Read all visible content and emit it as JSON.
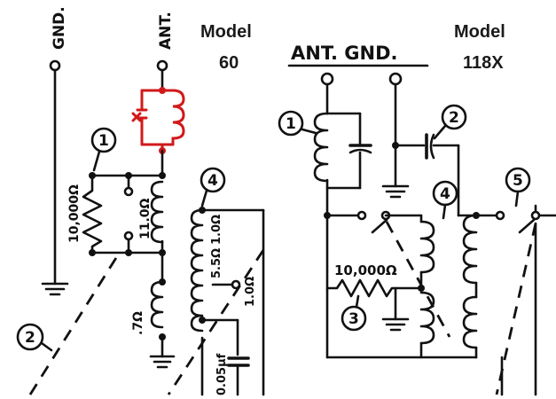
{
  "panels": [
    {
      "model_word": "Model",
      "model_number": "60",
      "terminals": {
        "gnd": "GND.",
        "ant": "ANT."
      },
      "callouts": [
        "1",
        "2",
        "4"
      ],
      "component_labels": {
        "resistor": "10,000Ω",
        "coil_a": "11.0Ω",
        "coil_b": "5.5Ω",
        "coil_c": "1.0Ω",
        "coil_d": "1.0Ω",
        "coil_low": ".7Ω",
        "capacitor": "0.05μf"
      },
      "highlight_color": "#d21919"
    },
    {
      "model_word": "Model",
      "model_number": "118X",
      "heading": "ANT. GND.",
      "callouts": [
        "1",
        "2",
        "3",
        "4",
        "5"
      ],
      "component_labels": {
        "resistor": "10,000Ω"
      }
    }
  ]
}
